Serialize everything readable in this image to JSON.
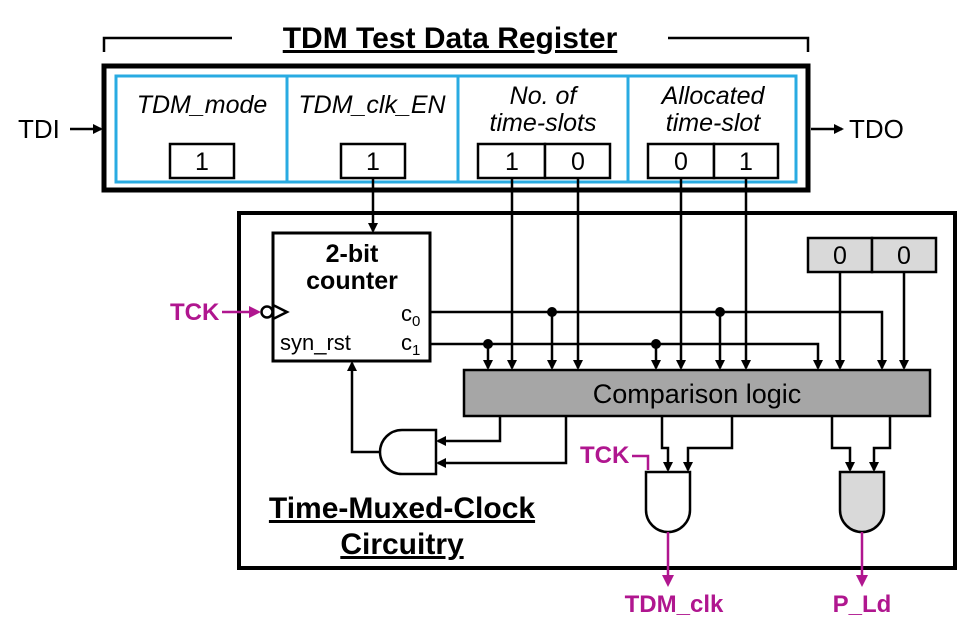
{
  "register": {
    "title": "TDM Test Data Register",
    "fields": [
      {
        "label_line1": "TDM_mode",
        "label_line2": "",
        "bits": [
          "1"
        ]
      },
      {
        "label_line1": "TDM_clk_EN",
        "label_line2": "",
        "bits": [
          "1"
        ]
      },
      {
        "label_line1": "No. of",
        "label_line2": "time-slots",
        "bits": [
          "1",
          "0"
        ]
      },
      {
        "label_line1": "Allocated",
        "label_line2": "time-slot",
        "bits": [
          "0",
          "1"
        ]
      }
    ],
    "input": "TDI",
    "output": "TDO"
  },
  "circuit": {
    "counter": {
      "line1": "2-bit",
      "line2": "counter",
      "c0": "c",
      "c0_sub": "0",
      "c1": "c",
      "c1_sub": "1",
      "reset": "syn_rst"
    },
    "clock_in": "TCK",
    "clock_in2": "TCK",
    "constant_bits": [
      "0",
      "0"
    ],
    "comparison": "Comparison logic",
    "name_line1": "Time-Muxed-Clock",
    "name_line2": "Circuitry",
    "outputs": [
      "TDM_clk",
      "P_Ld"
    ]
  },
  "colors": {
    "signal": "#b0168f",
    "register_border": "#29abe2",
    "gray_fill": "#d9d9d9",
    "cmp_fill": "#a6a6a6"
  }
}
